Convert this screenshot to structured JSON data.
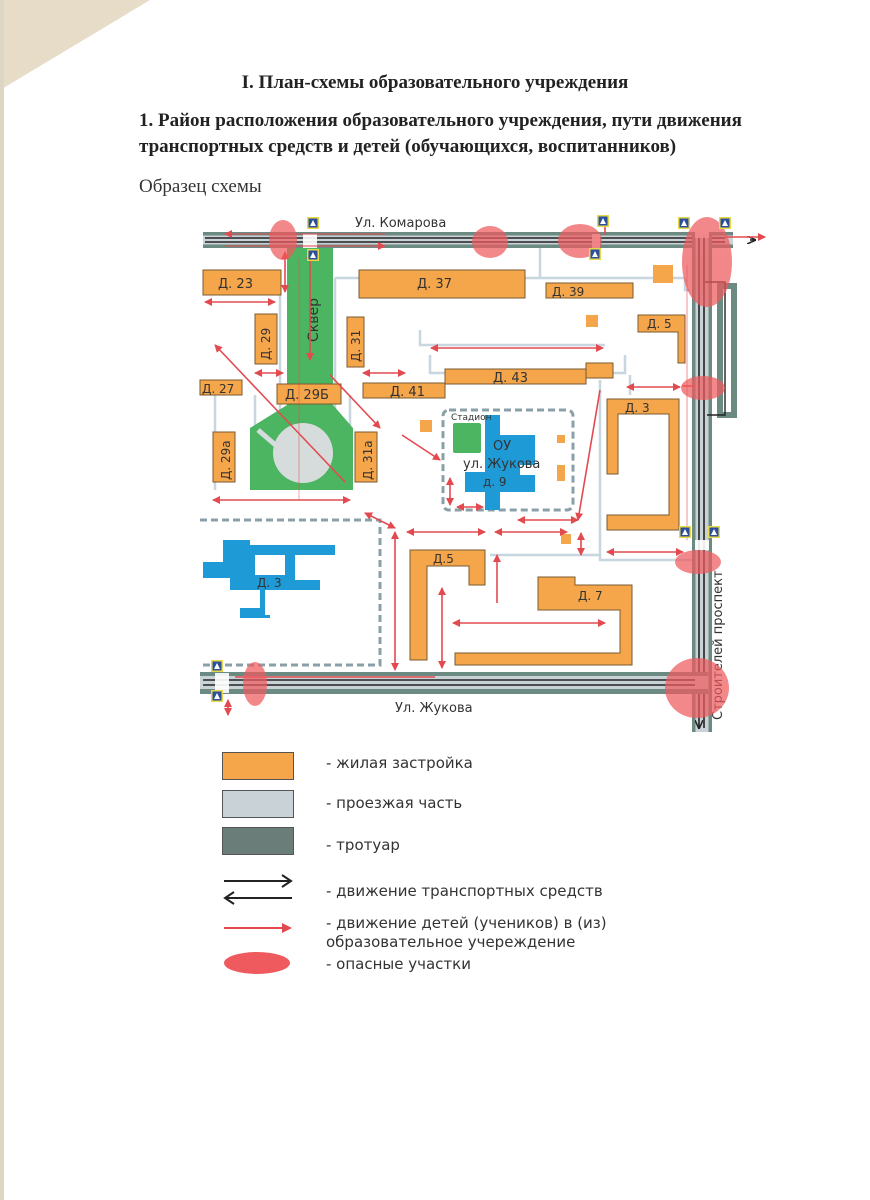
{
  "document": {
    "section_title": "I. План-схемы образовательного учреждения",
    "subsection_title": "1. Район расположения образовательного учреждения, пути движения транспортных средств и детей (обучающихся, воспитанников)",
    "caption": "Образец схемы"
  },
  "map": {
    "streets": {
      "top": "Ул. Комарова",
      "bottom": "Ул. Жукова",
      "right": "Строителей проспект"
    },
    "park": "Сквер",
    "stadium": "Стадион",
    "school": {
      "line1": "ОУ",
      "line2": "ул. Жукова",
      "line3": "д. 9"
    },
    "buildings": {
      "d23": "Д. 23",
      "d37": "Д. 37",
      "d39": "Д. 39",
      "d29": "Д. 29",
      "d31": "Д. 31",
      "d5_ne": "Д. 5",
      "d27": "Д. 27",
      "d29b": "Д. 29Б",
      "d41": "Д. 41",
      "d43": "Д. 43",
      "d3_e": "Д. 3",
      "d29a": "Д. 29а",
      "d31a": "Д. 31а",
      "d3_w": "Д. 3",
      "d5_s": "Д.5",
      "d7": "Д. 7"
    },
    "icons": {
      "crossing": "pedestrian-crossing-sign-icon",
      "danger": "danger-zone",
      "child_route": "arrow-red",
      "traffic": "arrow-black"
    }
  },
  "colors": {
    "residential": "#f5a54a",
    "roadway": "#c9d2d6",
    "sidewalk": "#6b8a82",
    "park": "#4cb561",
    "school": "#1e9ad6",
    "danger": "#ee5a5e",
    "route": "#e34a50"
  },
  "legend": [
    {
      "label": "- жилая застройка",
      "swatch": "residential"
    },
    {
      "label": "- проезжая часть",
      "swatch": "roadway"
    },
    {
      "label": "- тротуар",
      "swatch": "sidewalk"
    },
    {
      "label": "- движение транспортных средств",
      "swatch": "traffic-arrows"
    },
    {
      "label": "- движение детей (учеников) в (из)",
      "label2": "образовательное учереждение",
      "swatch": "child-arrow"
    },
    {
      "label": "- опасные участки",
      "swatch": "danger"
    }
  ]
}
